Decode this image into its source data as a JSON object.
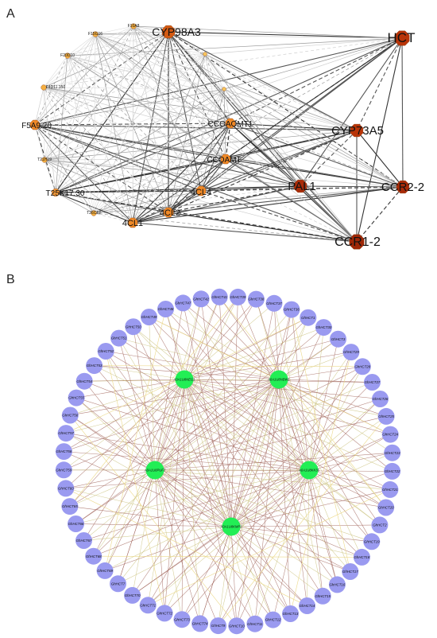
{
  "panel_a": {
    "label": "A",
    "nodes": [
      {
        "id": "HCT",
        "label": "HCT",
        "size": "xl",
        "color": "#b83408"
      },
      {
        "id": "CYP98A3",
        "label": "CYP98A3",
        "size": "l",
        "color": "#d45a12"
      },
      {
        "id": "CYP73A5",
        "label": "CYP73A5",
        "size": "l",
        "color": "#b83408"
      },
      {
        "id": "CCR2-2",
        "label": "CCR2-2",
        "size": "l",
        "color": "#a92b08"
      },
      {
        "id": "CCR1-2",
        "label": "CCR1-2",
        "size": "xl",
        "color": "#9e2707"
      },
      {
        "id": "PAL1",
        "label": "PAL1",
        "size": "l",
        "color": "#a92b08"
      },
      {
        "id": "CCOAOMT1",
        "label": "CCOAOMT1",
        "size": "m",
        "color": "#f08a28"
      },
      {
        "id": "CCOAMT",
        "label": "CCOAMT",
        "size": "m",
        "color": "#f08a28"
      },
      {
        "id": "4CL4",
        "label": "4CL4",
        "size": "m",
        "color": "#f08a28"
      },
      {
        "id": "4CL2",
        "label": "4CL2",
        "size": "m",
        "color": "#f08a28"
      },
      {
        "id": "4CL1",
        "label": "4CL1",
        "size": "m",
        "color": "#f08a28"
      },
      {
        "id": "F5A9.20",
        "label": "F5A9.20",
        "size": "m",
        "color": "#f08a28"
      },
      {
        "id": "T25K17.30",
        "label": "T25K17.30",
        "size": "s",
        "color": "#f39a3a"
      },
      {
        "id": "F4D11",
        "label": "F4D11.150",
        "size": "xs",
        "color": "#f5b042"
      },
      {
        "id": "F20D10",
        "label": "F20D10",
        "size": "xs",
        "color": "#f5b042"
      },
      {
        "id": "F15G16",
        "label": "F15G16",
        "size": "xs",
        "color": "#f5b042"
      },
      {
        "id": "F10A8",
        "label": "F10A8",
        "size": "xs",
        "color": "#f5b042"
      },
      {
        "id": "T21H19",
        "label": "T21H19",
        "size": "xs",
        "color": "#f5b042"
      },
      {
        "id": "T26C12",
        "label": "T26C12",
        "size": "xs",
        "color": "#f5b042"
      },
      {
        "id": "CPD1",
        "label": "",
        "size": "xxs",
        "color": "#f7c45a"
      },
      {
        "id": "CPD2",
        "label": "",
        "size": "xxs",
        "color": "#f7c45a"
      }
    ]
  },
  "panel_b": {
    "label": "B",
    "outer_color": "#9a9af0",
    "hub_color": "#22ee55",
    "hubs": [
      {
        "id": "A0A1U8NEG1",
        "label": "A0A1U8NEG1"
      },
      {
        "id": "A0A1U8NBW1",
        "label": "A0A1U8NBW1"
      },
      {
        "id": "A0A1U8PUF7",
        "label": "A0A1U8PUF7"
      },
      {
        "id": "A0A1U8KK36",
        "label": "A0A1U8KK36"
      },
      {
        "id": "A0A1U8KMP3",
        "label": "A0A1U8KMP3"
      }
    ],
    "outer_nodes": [
      "GhHCT41",
      "GhHCT39",
      "GhHCT38",
      "GhHCT37",
      "GhHCT36",
      "GhHCT1",
      "GhHCT30",
      "GhHCT3",
      "GhHCT29",
      "GhHCT28",
      "GhHCT27",
      "GhHCT26",
      "GhHCT25",
      "GhHCT24",
      "GhHCT23",
      "GhHCT22",
      "GhHCT21",
      "GhHCT20",
      "GhHCT2",
      "GhHCT19",
      "GhHCT18",
      "GhHCT17",
      "GhHCT16",
      "GhHCT15",
      "GhHCT14",
      "GhHCT13",
      "GhHCT12",
      "GhHCT11",
      "GhHCT10",
      "GhHCT9",
      "GhHCT74",
      "GhHCT73",
      "GhHCT72",
      "GhHCT71",
      "GhHCT70",
      "GhHCT7",
      "GhHCT69",
      "GhHCT68",
      "GhHCT67",
      "GhHCT66",
      "GhHCT65",
      "GhHCT60",
      "GhHCT59",
      "GhHCT58",
      "GhHCT57",
      "GhHCT56",
      "GhHCT55",
      "GhHCT54",
      "GhHCT53",
      "GhHCT52",
      "GhHCT51",
      "GhHCT50",
      "GhHCT49",
      "GhHCT48",
      "GhHCT47",
      "GhHCT42"
    ]
  }
}
